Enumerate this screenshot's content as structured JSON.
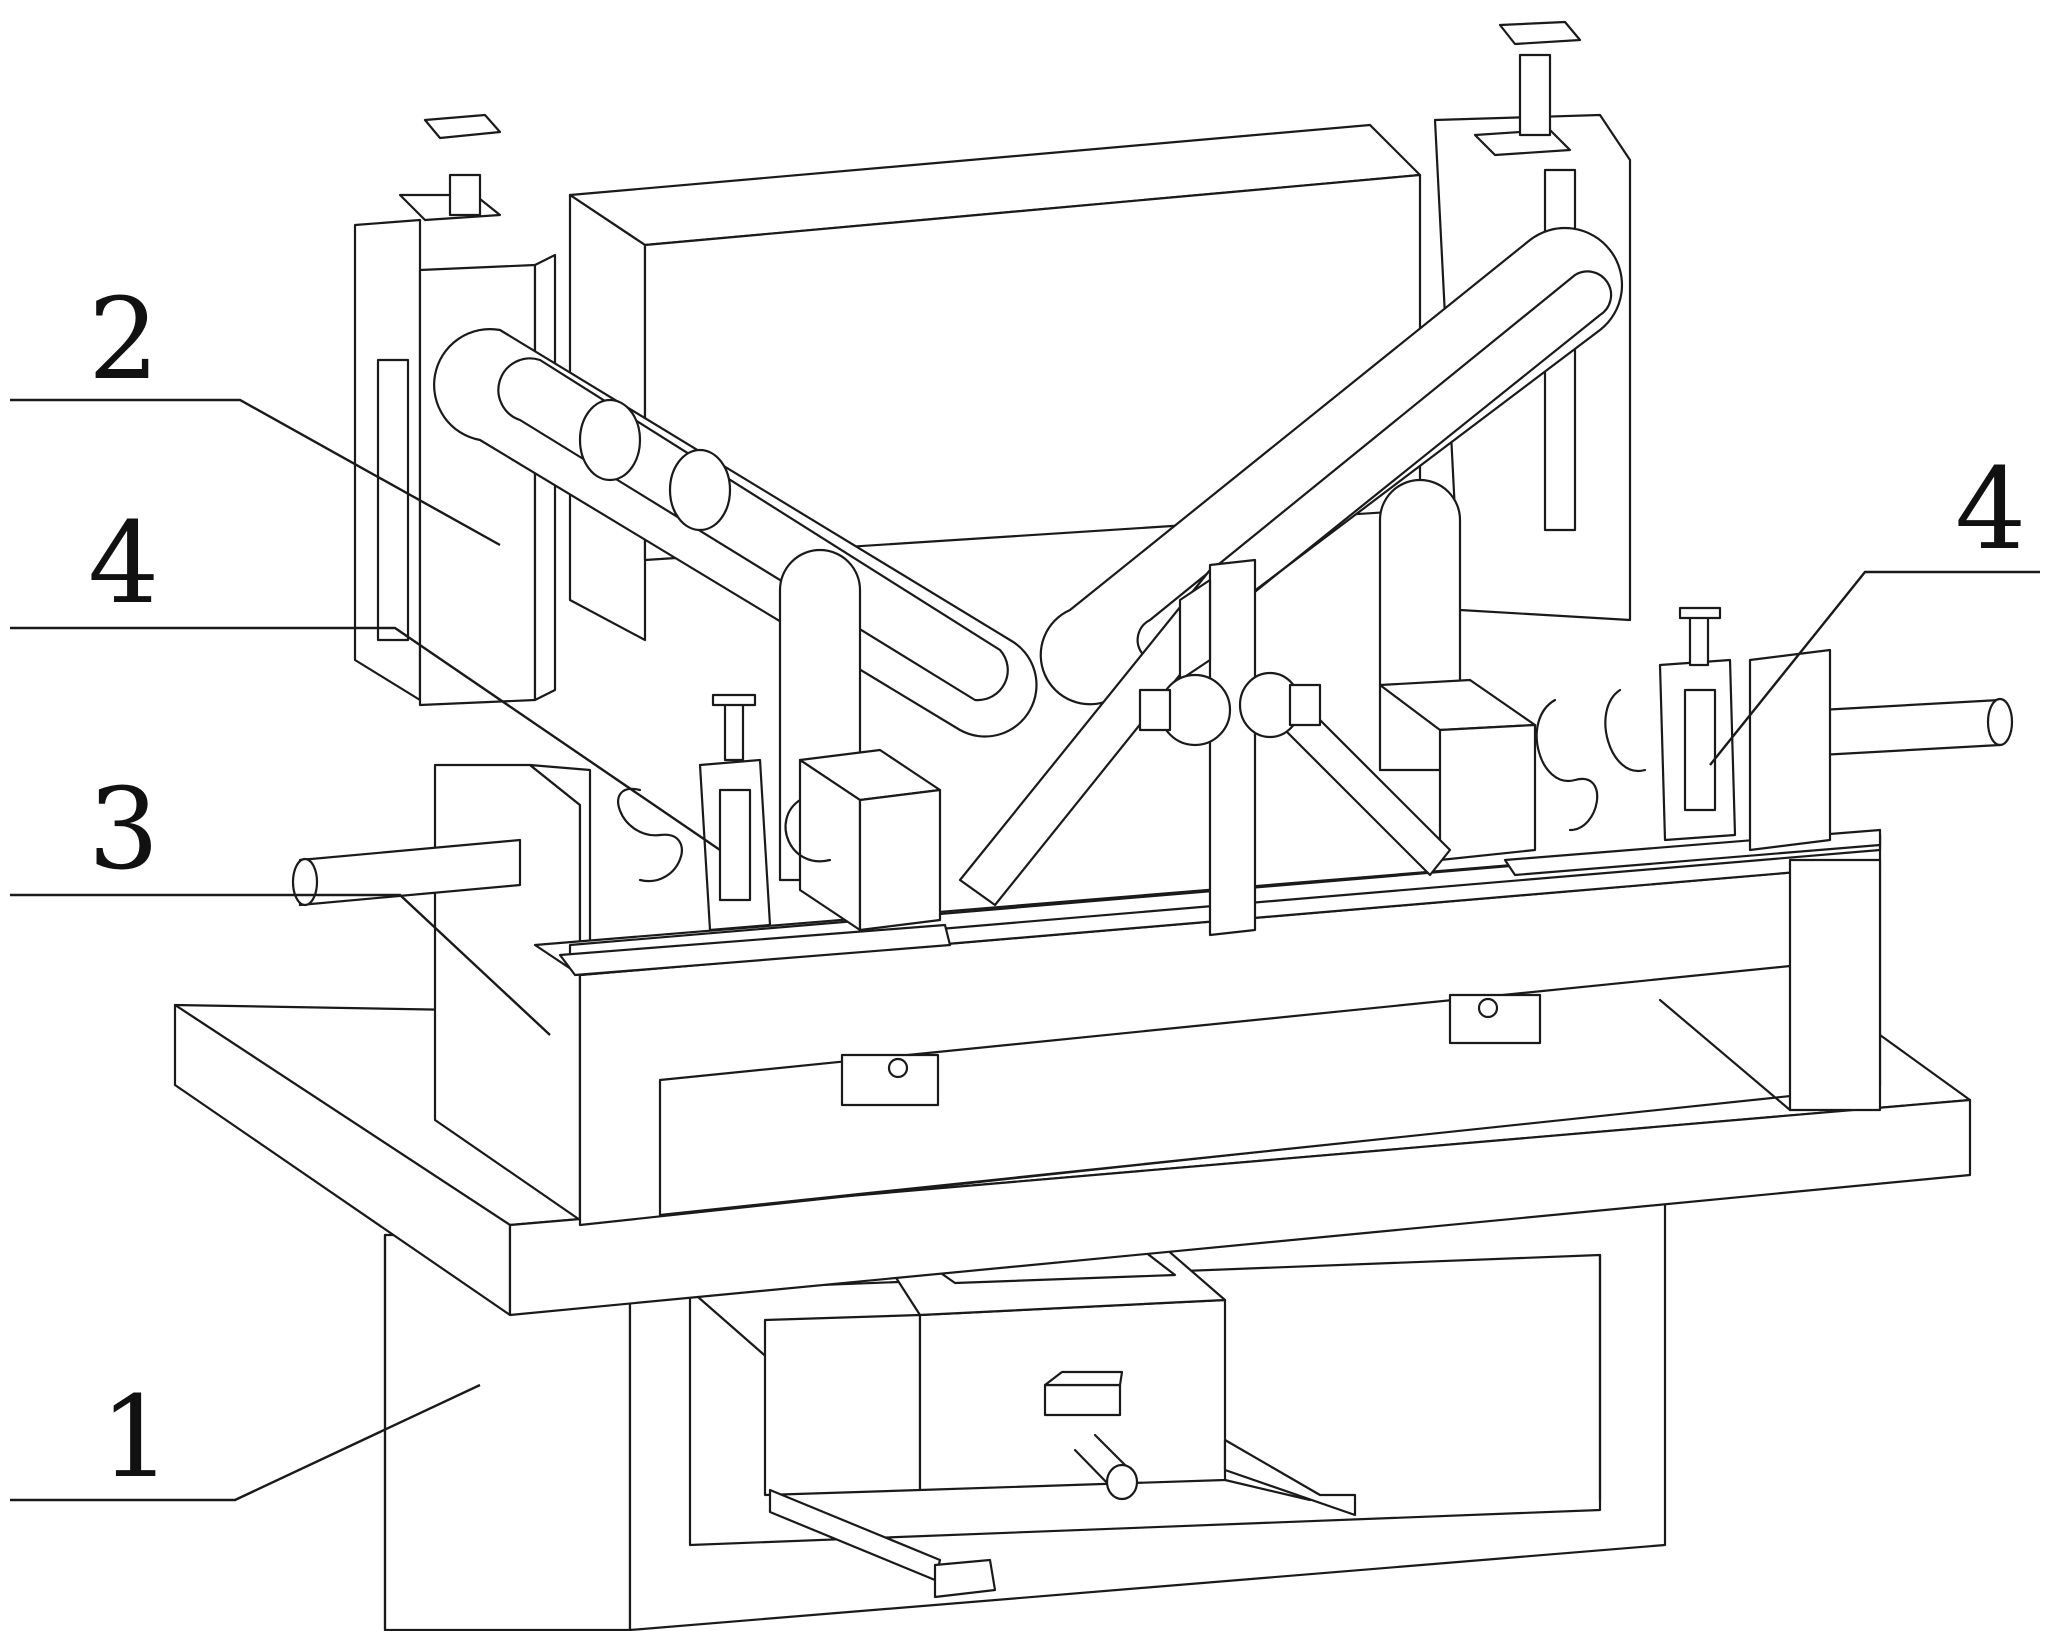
{
  "labels": {
    "part1": "1",
    "part2": "2",
    "part3": "3",
    "part4_left": "4",
    "part4_right": "4"
  },
  "colors": {
    "line": "#1a1a1a",
    "background": "#ffffff"
  }
}
